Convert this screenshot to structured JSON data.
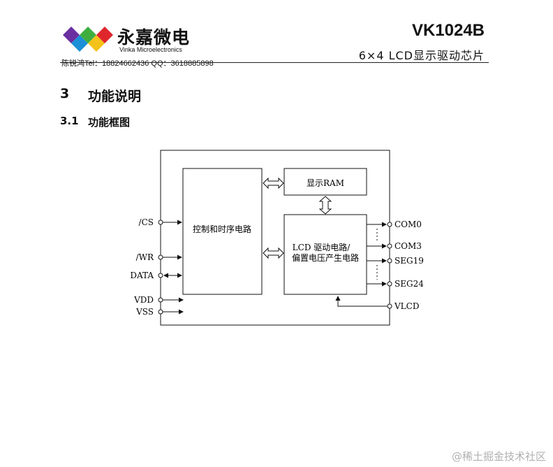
{
  "header": {
    "company_cn": "永嘉微电",
    "company_en": "Vinka Microelectronics",
    "part_number": "VK1024B",
    "subtitle": "6×4 LCD显示驱动芯片",
    "contact": "陈锐鸿Tel：18824662436  QQ：3618885898"
  },
  "section": {
    "number": "3",
    "title": "功能说明"
  },
  "subsection": {
    "number": "3.1",
    "title": "功能框图"
  },
  "diagram": {
    "blocks": {
      "control": "控制和时序电路",
      "ram": "显示RAM",
      "driver_line1": "LCD 驱动电路/",
      "driver_line2": "偏置电压产生电路"
    },
    "left_pins": [
      "/CS",
      "/WR",
      "DATA",
      "VDD",
      "VSS"
    ],
    "right_pins": [
      "COM0",
      "COM3",
      "SEG19",
      "SEG24",
      "VLCD"
    ]
  },
  "watermark": "@稀土掘金技术社区",
  "colors": {
    "logo_purple": "#6a2fa0",
    "logo_blue": "#1d8fd6",
    "logo_green": "#3fae3f",
    "logo_yellow": "#f4c21a",
    "logo_red": "#e0262d"
  }
}
